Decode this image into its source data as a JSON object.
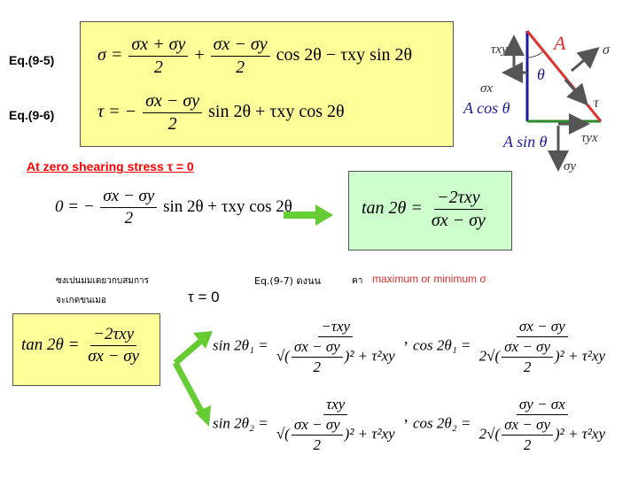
{
  "eq95": {
    "label": "Eq.(9-5)",
    "lhs": "σ =",
    "t1_num": "σx + σy",
    "t1_den": "2",
    "plus": "+",
    "t2_num": "σx − σy",
    "t2_den": "2",
    "tail": "cos 2θ − τxy sin 2θ"
  },
  "eq96": {
    "label": "Eq.(9-6)",
    "lhs": "τ = −",
    "t_num": "σx − σy",
    "t_den": "2",
    "tail": "sin 2θ + τxy cos 2θ"
  },
  "zero_heading": "At zero shearing stress  τ = 0",
  "zero_eq": {
    "lhs": "0 = −",
    "num": "σx − σy",
    "den": "2",
    "tail": "sin 2θ + τxy cos 2θ"
  },
  "tan_green": {
    "lhs": "tan 2θ =",
    "num": "−2τxy",
    "den": "σx − σy"
  },
  "thai_line1": "ซงเปนมมเดยวกบสมการ",
  "thai_line2": "จะเกดขนเมอ",
  "tau_zero": "τ = 0",
  "eq97_text": "Eq.(9-7) ดงนน",
  "ka_text": "คา",
  "maxmin_text": "maximum or minimum  σ",
  "tan_yellow": {
    "lhs": "tan 2θ =",
    "num": "−2τxy",
    "den": "σx − σy"
  },
  "sin1": {
    "lhs": "sin 2θ₁ =",
    "num": "−τxy",
    "rad_num": "σx − σy",
    "rad_den": "2",
    "rad_tail": ")² + τ²xy"
  },
  "cos1": {
    "lhs": "cos 2θ₁ =",
    "num": "σx − σy",
    "den_pre": "2",
    "rad_num": "σx − σy",
    "rad_den": "2",
    "rad_tail": ")² + τ²xy"
  },
  "sin2": {
    "lhs": "sin 2θ₂ =",
    "num": "τxy",
    "rad_num": "σx − σy",
    "rad_den": "2",
    "rad_tail": ")² + τ²xy"
  },
  "cos2": {
    "lhs": "cos 2θ₂ =",
    "num": "σy − σx",
    "den_pre": "2",
    "rad_num": "σx − σy",
    "rad_den": "2",
    "rad_tail": ")² + τ²xy"
  },
  "comma": ",",
  "diagram": {
    "A": "A",
    "A_cos": "A cos θ",
    "A_sin": "A sin θ",
    "theta": "θ",
    "sigma": "σ",
    "tau": "τ",
    "tau_xy": "τxy",
    "sigma_x": "σx",
    "tau_yx": "τyx",
    "sigma_y": "σy"
  },
  "colors": {
    "yellow_box": "#ffff99",
    "green_box": "#ccffcc",
    "red": "#e03030",
    "heading_red": "#ff0000",
    "arrow_green": "#66cc33",
    "diagram_blue": "#1a1aa0"
  }
}
